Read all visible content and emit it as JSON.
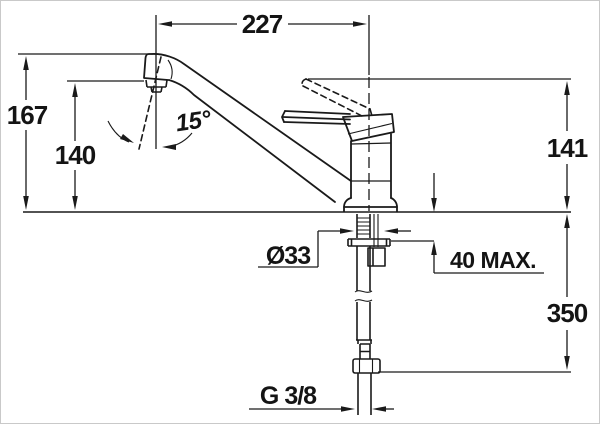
{
  "drawing": {
    "labels": {
      "spout_reach": "227",
      "total_height": "167",
      "outlet_height": "140",
      "swivel_angle": "15°",
      "handle_height": "141",
      "hole_diameter": "Ø33",
      "deck_thickness": "40 MAX.",
      "supply_length": "350",
      "thread_size": "G 3/8"
    },
    "colors": {
      "line": "#1a1a1a",
      "background": "#ffffff"
    }
  }
}
